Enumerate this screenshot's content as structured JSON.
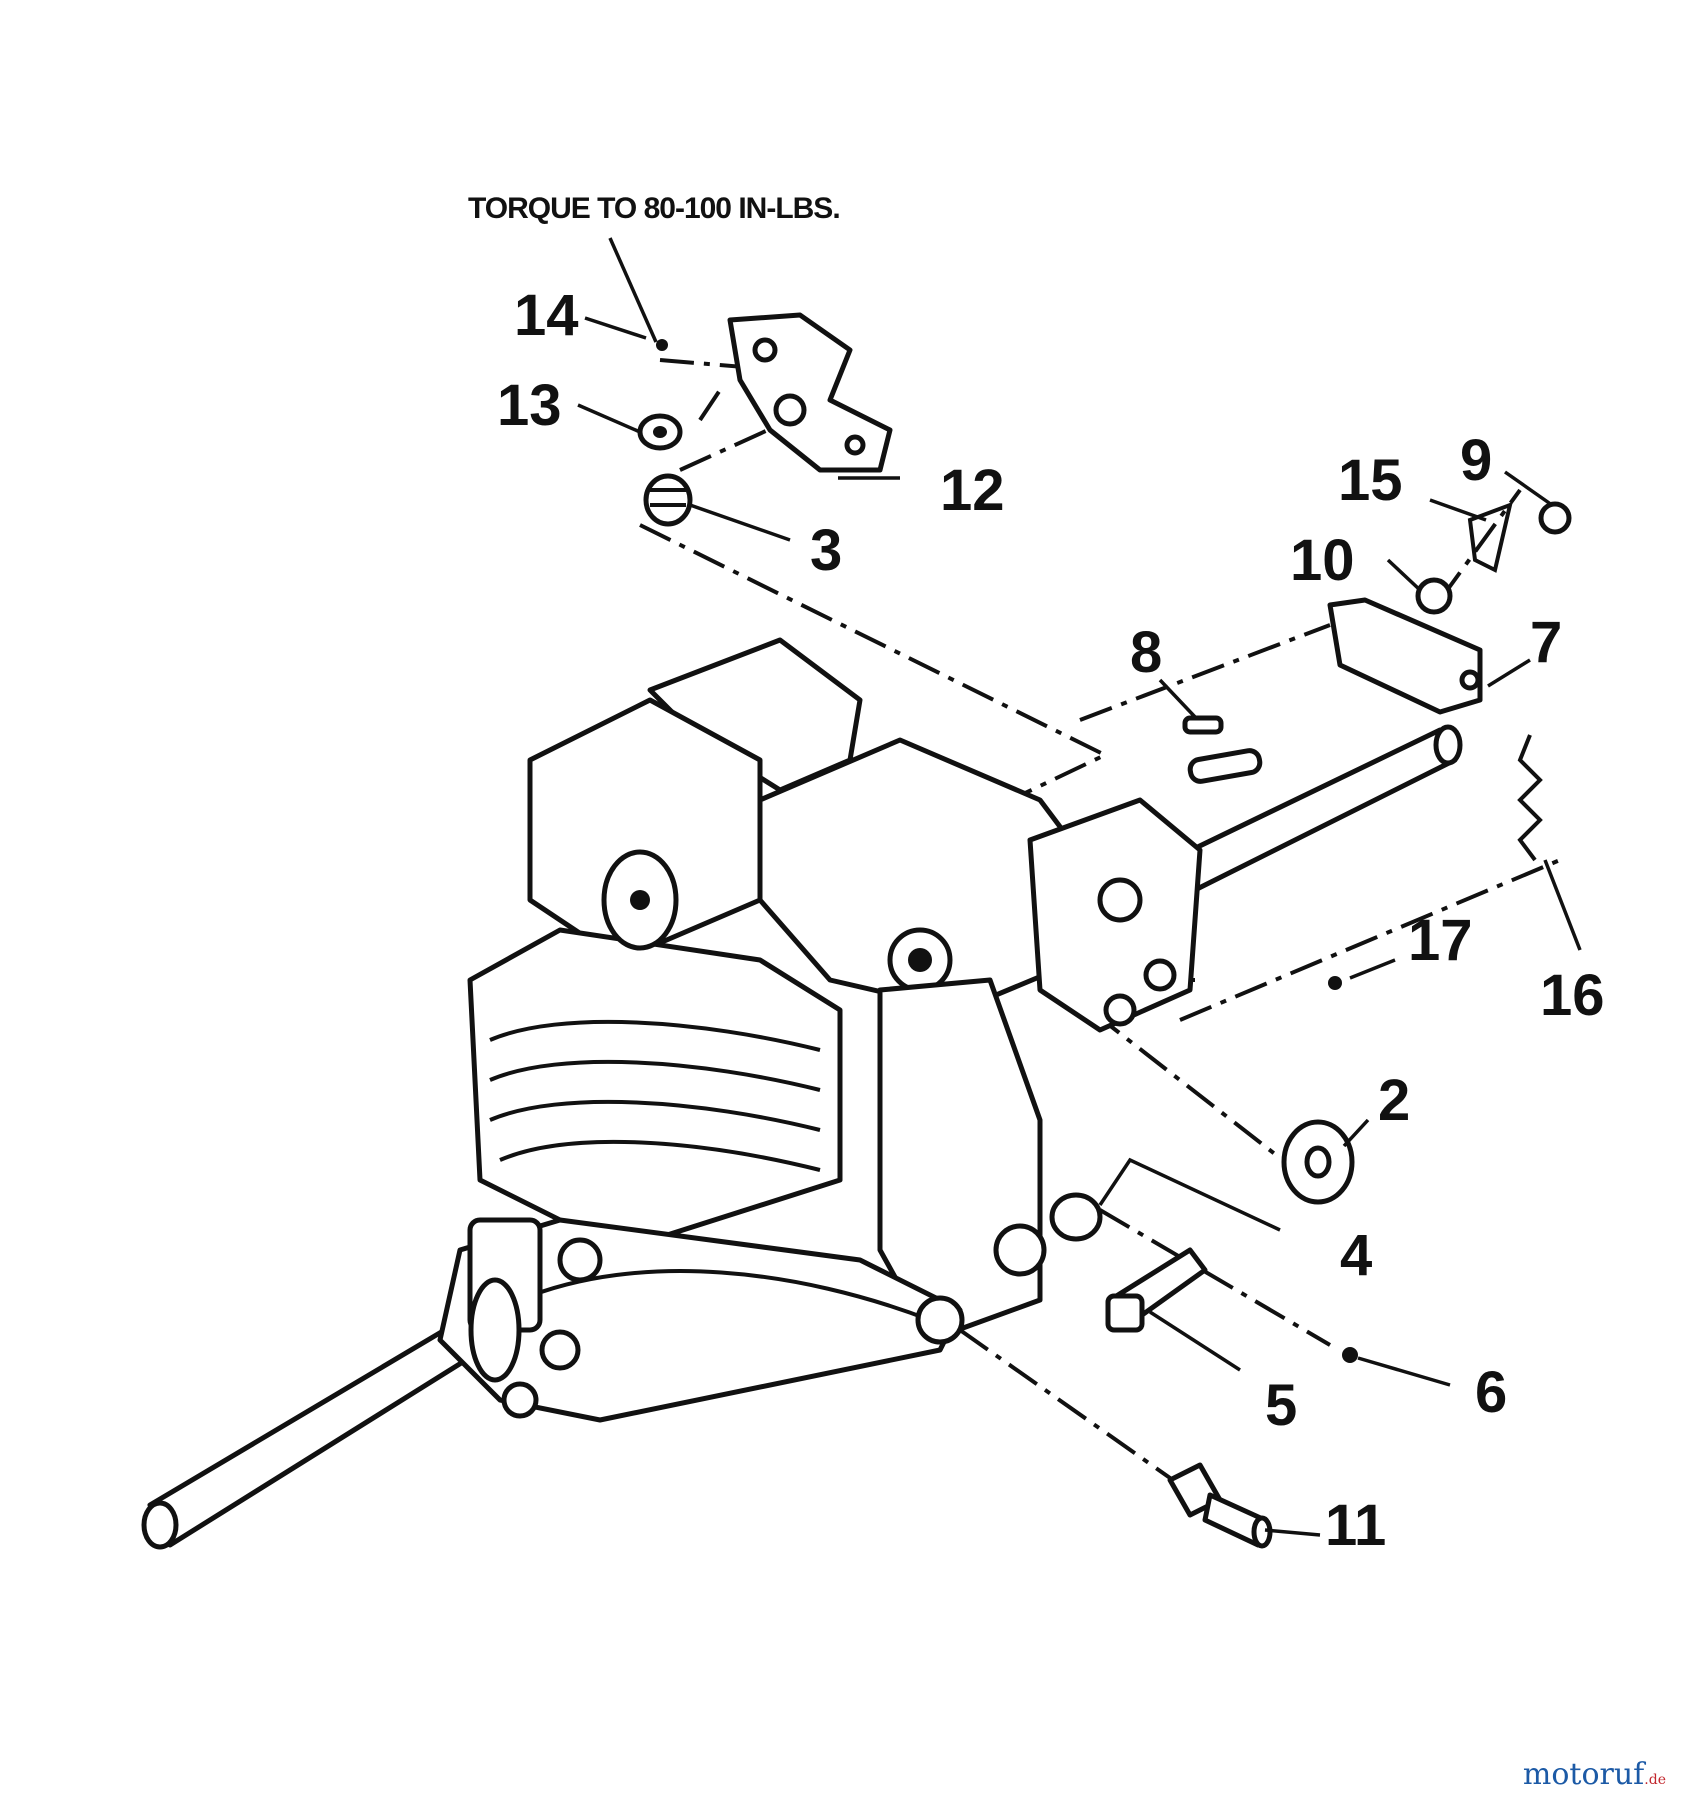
{
  "note": "TORQUE TO 80-100 IN-LBS.",
  "watermark": {
    "brand": "motoruf",
    "tld": ".de",
    "colors": {
      "primary": "#1c5aa6",
      "accent": "#c2272d"
    }
  },
  "callouts": [
    "14",
    "13",
    "12",
    "3",
    "15",
    "9",
    "10",
    "8",
    "7",
    "16",
    "17",
    "2",
    "4",
    "5",
    "6",
    "11"
  ]
}
